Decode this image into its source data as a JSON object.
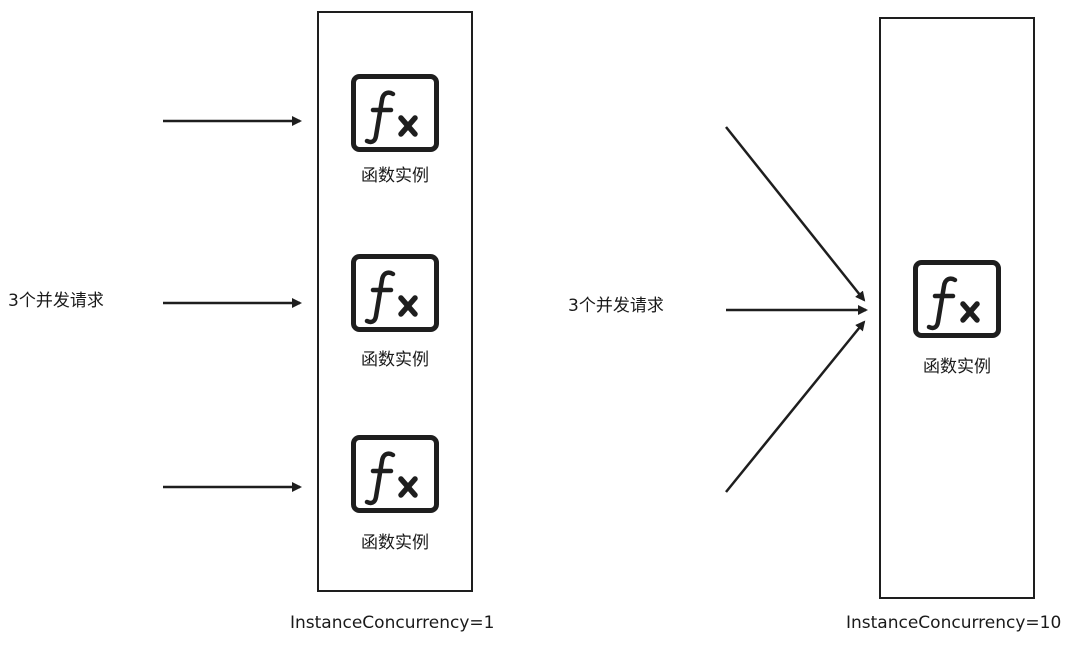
{
  "left_panel": {
    "request_label": "3个并发请求",
    "instances": [
      {
        "label": "函数实例"
      },
      {
        "label": "函数实例"
      },
      {
        "label": "函数实例"
      }
    ],
    "concurrency_label": "InstanceConcurrency=1"
  },
  "right_panel": {
    "request_label": "3个并发请求",
    "instances": [
      {
        "label": "函数实例"
      }
    ],
    "concurrency_label": "InstanceConcurrency=10"
  },
  "colors": {
    "stroke": "#1e1e1e",
    "text": "#1a1a1a",
    "background": "#ffffff"
  },
  "icons": {
    "function_instance": "fx-icon",
    "request": "arrow-icon"
  }
}
